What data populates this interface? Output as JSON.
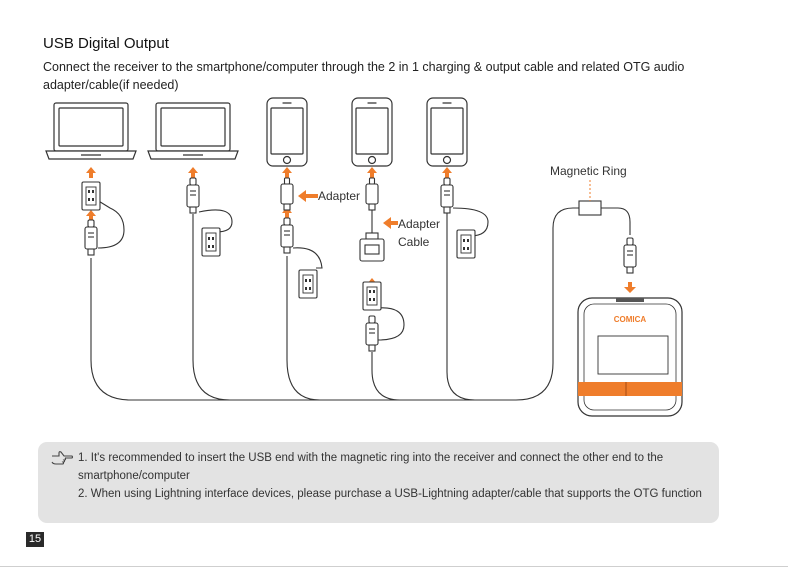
{
  "page": {
    "title": "USB Digital Output",
    "intro": "Connect the receiver to the smartphone/computer through the 2 in 1 charging & output cable and related OTG audio adapter/cable(if needed)",
    "page_number": "15"
  },
  "diagram": {
    "labels": {
      "adapter": "Adapter",
      "adapter_cable_line1": "Adapter",
      "adapter_cable_line2": "Cable",
      "magnetic_ring": "Magnetic Ring",
      "brand": "COMICA"
    },
    "colors": {
      "arrow": "#ef7d2b",
      "receiver_band": "#ef7d2b",
      "line": "#333333",
      "note_background": "#e3e3e3"
    }
  },
  "note": {
    "icon": "pointing-hand-icon",
    "items": [
      "1. It's recommended to insert the USB end with the magnetic ring into the receiver and connect the other end to the smartphone/computer",
      "2. When using Lightning interface devices, please purchase a USB-Lightning adapter/cable that supports the OTG function"
    ]
  }
}
